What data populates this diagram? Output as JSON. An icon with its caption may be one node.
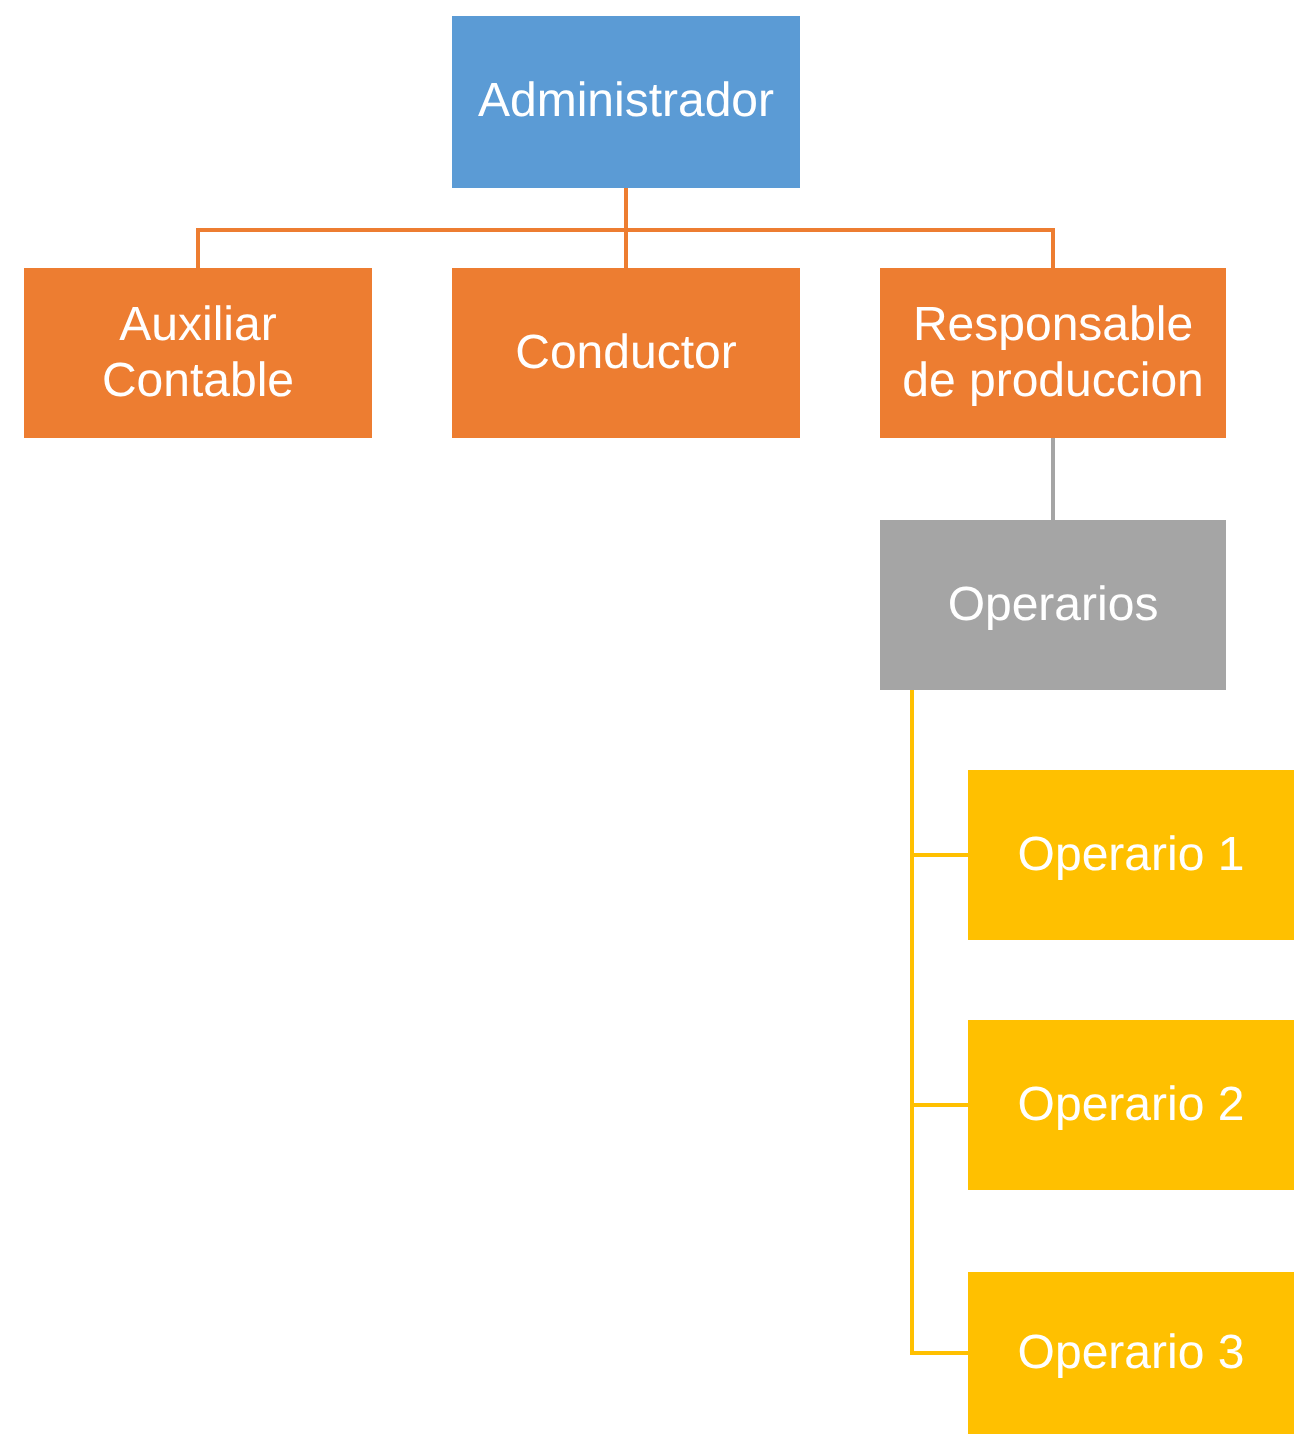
{
  "diagram": {
    "nodes": [
      {
        "text": [
          "Administrador"
        ]
      },
      {
        "text": [
          "Auxiliar Contable"
        ]
      },
      {
        "text": [
          "Conductor"
        ]
      },
      {
        "text": [
          "Responsable de produccion"
        ]
      },
      {
        "text": [
          "Operarios"
        ]
      },
      {
        "text": [
          "Operario 1"
        ]
      },
      {
        "text": [
          "Operario 2"
        ]
      },
      {
        "text": [
          "Operario 3"
        ]
      }
    ],
    "edges": [
      {
        "from": 0,
        "to": 1,
        "arrow": "none",
        "color": "#ed7d31"
      },
      {
        "from": 0,
        "to": 2,
        "arrow": "none",
        "color": "#ed7d31"
      },
      {
        "from": 0,
        "to": 3,
        "arrow": "none",
        "color": "#ed7d31"
      },
      {
        "from": 3,
        "to": 4,
        "arrow": "none",
        "color": "#a5a5a5"
      },
      {
        "from": 4,
        "to": 5,
        "arrow": "none",
        "color": "#ffc000"
      },
      {
        "from": 4,
        "to": 6,
        "arrow": "none",
        "color": "#ffc000"
      },
      {
        "from": 4,
        "to": 7,
        "arrow": "none",
        "color": "#ffc000"
      }
    ]
  }
}
